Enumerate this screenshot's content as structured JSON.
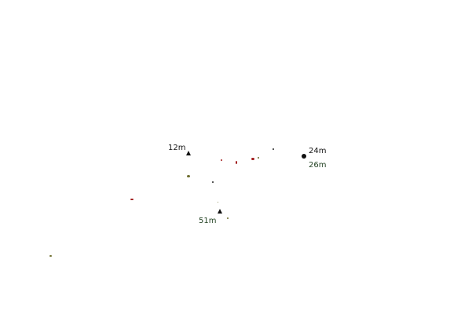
{
  "map": {
    "background_color": "#ffffff",
    "marker_color": "#111111",
    "label_color_primary": "#111111",
    "label_color_secondary": "#1f3f1f",
    "elevation_labels": {
      "label_12m": "12m",
      "label_24m": "24m",
      "label_26m": "26m",
      "label_51m": "51m"
    },
    "feature_colors": {
      "red": "#a01818",
      "olive": "#6b6b2a",
      "dark": "#222222"
    }
  }
}
